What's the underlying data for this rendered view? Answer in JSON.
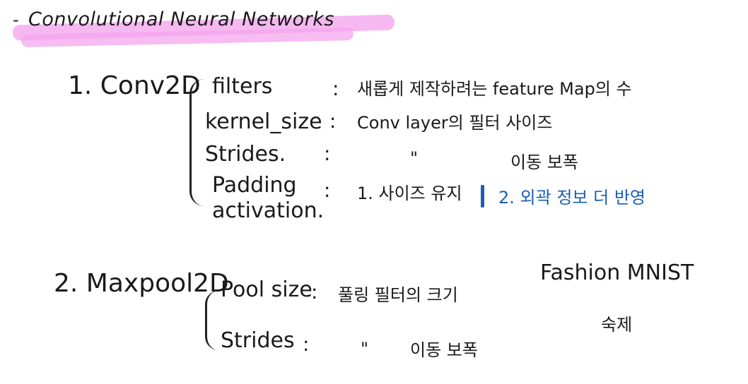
{
  "title": "Convolutional Neural Networks",
  "bullet": "-",
  "sections": [
    {
      "heading": "1. Conv2D",
      "items": [
        {
          "key": "filters",
          "colon": ":",
          "value": "새롭게 제작하려는 feature Map의 수"
        },
        {
          "key": "kernel_size",
          "colon": ":",
          "value": "Conv layer의 필터 사이즈"
        },
        {
          "key": "Strides.",
          "colon": ":",
          "value_ditto": "\"",
          "value": "이동 보폭"
        },
        {
          "key": "Padding",
          "colon": ":",
          "value": "1. 사이즈 유지",
          "value_blue": "2. 외곽 정보 더 반영"
        },
        {
          "key": "activation."
        }
      ]
    },
    {
      "heading": "2. Maxpool2D",
      "items": [
        {
          "key": "Pool size",
          "colon": ":",
          "value": "풀링 필터의 크기"
        },
        {
          "key": "Strides",
          "colon": ":",
          "value_ditto": "\"",
          "value": "이동 보폭"
        }
      ]
    }
  ],
  "aside": {
    "line1": "Fashion MNIST",
    "line2": "숙제"
  },
  "colors": {
    "highlight": "#f4a6ee",
    "ink": "#1a1a1a",
    "blue_ink": "#1a5fb4"
  }
}
